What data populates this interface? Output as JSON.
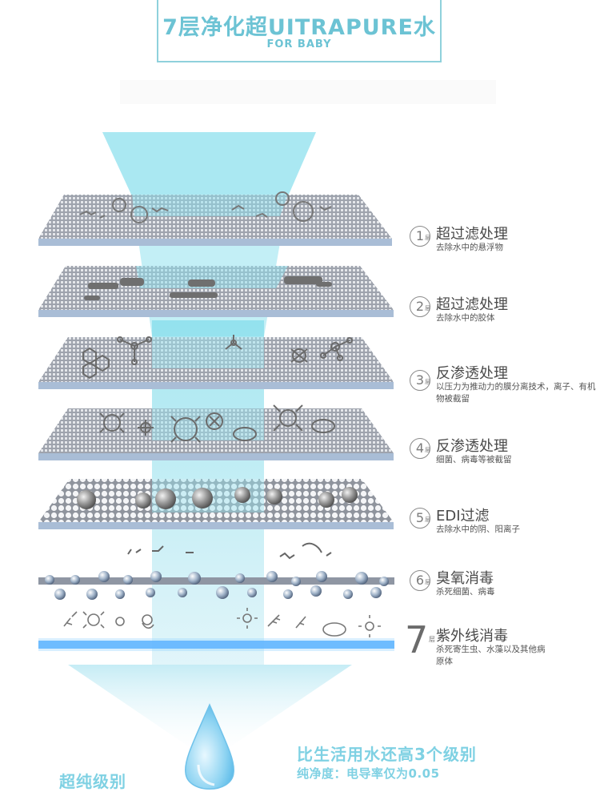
{
  "header": {
    "title": "7层净化超UITRAPURE水",
    "subtitle": "FOR BABY"
  },
  "layers": [
    {
      "num": "1",
      "unit": "层",
      "title": "超过滤处理",
      "desc": "去除水中的悬浮物"
    },
    {
      "num": "2",
      "unit": "层",
      "title": "超过滤处理",
      "desc": "去除水中的胶体"
    },
    {
      "num": "3",
      "unit": "层",
      "title": "反渗透处理",
      "desc": "以压力为推动力的膜分离技术，离子、有机物被截留"
    },
    {
      "num": "4",
      "unit": "层",
      "title": "反渗透处理",
      "desc": "细菌、病毒等被截留"
    },
    {
      "num": "5",
      "unit": "层",
      "title": "EDI过滤",
      "desc": "去除水中的阴、阳离子"
    },
    {
      "num": "6",
      "unit": "层",
      "title": "臭氧消毒",
      "desc": "杀死细菌、病毒"
    },
    {
      "num": "7",
      "unit": "层",
      "title": "紫外线消毒",
      "desc": "杀死寄生虫、水藻以及其他病原体"
    }
  ],
  "footer": {
    "left": "超纯级别",
    "right_line1": "比生活用水还高3个级别",
    "right_line2": "纯净度：电导率仅为0.05"
  },
  "colors": {
    "accent": "#7fd1e3",
    "water": "#9fe3f0",
    "plate": "#8f96a3",
    "plate_edge": "#a9bdd6",
    "uv": "#4aa8ff"
  }
}
